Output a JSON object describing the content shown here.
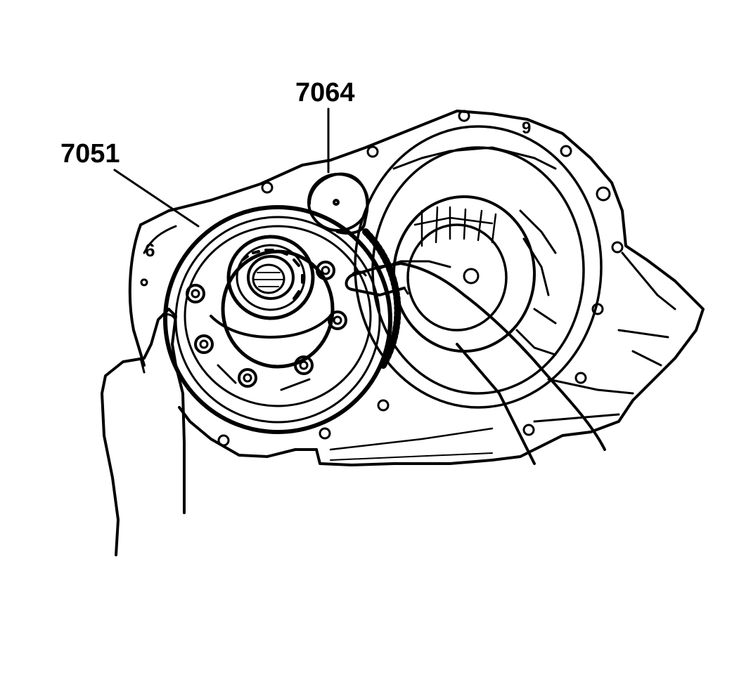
{
  "diagram": {
    "callouts": [
      {
        "id": "7051",
        "label": "7051"
      },
      {
        "id": "7064",
        "label": "7064"
      }
    ],
    "case_markings": {
      "left_flange_mark": "6",
      "right_flange_mark": "9"
    },
    "colors": {
      "ink": "#000000",
      "paper": "#ffffff"
    }
  }
}
